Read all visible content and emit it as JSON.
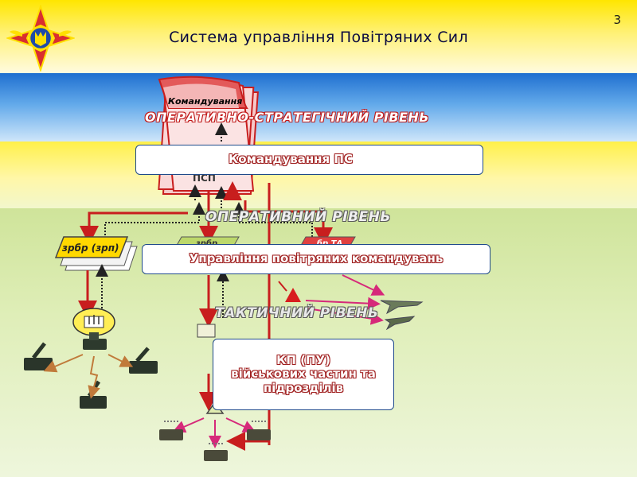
{
  "slide": {
    "number": "3",
    "title": "Система управління Повітряних Сил"
  },
  "levels": {
    "operational_strategic": "ОПЕРАТИВНО-СТРАТЕГІЧНИЙ РІВЕНЬ",
    "operational": "ОПЕРАТИВНИЙ РІВЕНЬ",
    "tactical": "ТАКТИЧНИЙ РІВЕНЬ"
  },
  "callouts": {
    "command": "Командування ПС",
    "air_commands": "Управління повітряних командувань",
    "kp_line1": "КП (ПУ)",
    "kp_line2": "військових частин та",
    "kp_line3": "підрозділів"
  },
  "nodes": {
    "command_doc": "Командування",
    "zrbr": "зрбр (зрп)",
    "partial_pu": "ПСП",
    "partial_center": "зрбр",
    "partial_right": "бр ТА"
  },
  "colors": {
    "command_red": "#c81e1e",
    "arrow_magenta": "#d6297a",
    "arrow_brown": "#c07a3a",
    "dotted_black": "#222222"
  }
}
